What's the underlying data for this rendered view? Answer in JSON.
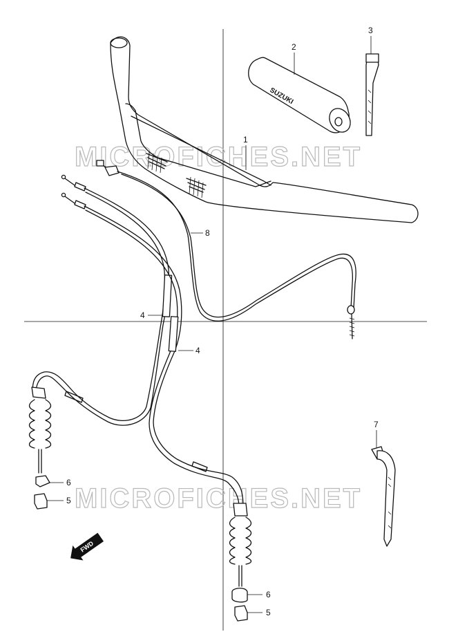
{
  "watermarks": [
    "MICROFICHES.NET",
    "MICROFICHES.NET"
  ],
  "direction_marker": "FWD",
  "brand_logo": "SUZUKI",
  "callouts": [
    {
      "id": "1",
      "part": "handlebar"
    },
    {
      "id": "2",
      "part": "handlebar-pad"
    },
    {
      "id": "3",
      "part": "strap"
    },
    {
      "id": "4",
      "part": "throttle-cable-upper"
    },
    {
      "id": "4",
      "part": "throttle-cable-lower"
    },
    {
      "id": "5",
      "part": "cable-adjuster-nut-left"
    },
    {
      "id": "5",
      "part": "cable-adjuster-nut-right"
    },
    {
      "id": "6",
      "part": "cable-boot-left"
    },
    {
      "id": "6",
      "part": "cable-boot-right"
    },
    {
      "id": "7",
      "part": "clamp-band"
    },
    {
      "id": "8",
      "part": "clutch-cable"
    }
  ]
}
